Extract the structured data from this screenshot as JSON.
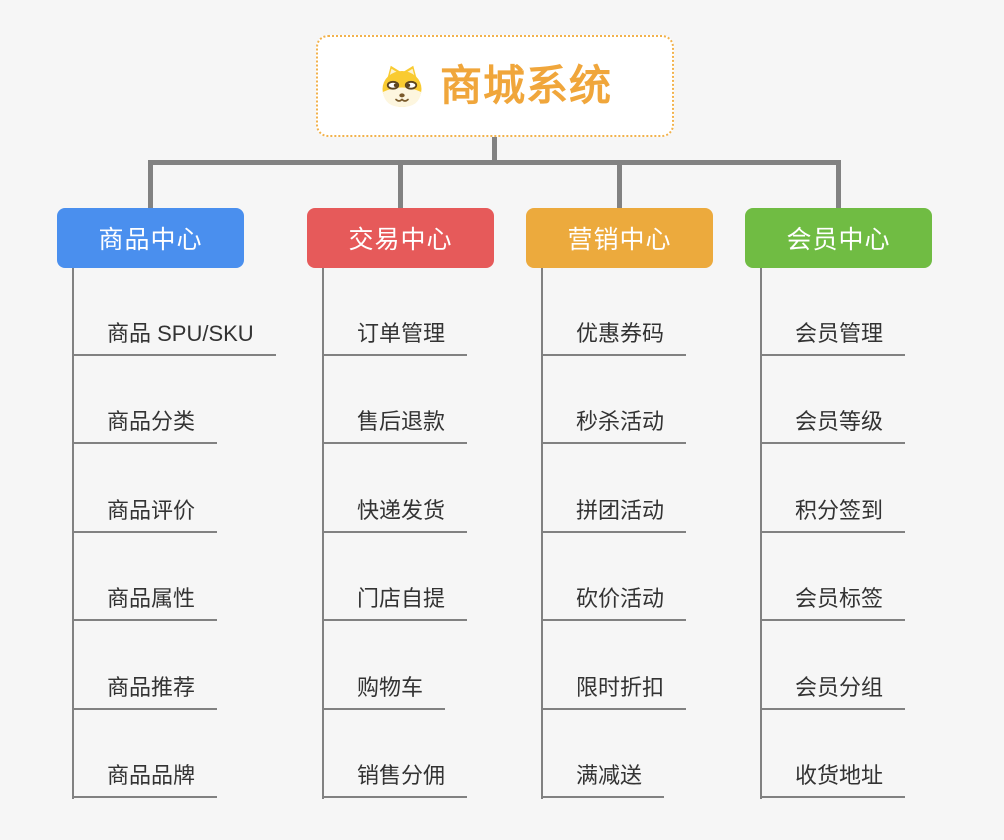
{
  "root": {
    "title": "商城系统",
    "icon": "dog-face-icon",
    "border_color": "#f2b24c",
    "title_color": "#f0a63b"
  },
  "branches": [
    {
      "label": "商品中心",
      "color": "#4a8fee",
      "items": [
        "商品 SPU/SKU",
        "商品分类",
        "商品评价",
        "商品属性",
        "商品推荐",
        "商品品牌"
      ]
    },
    {
      "label": "交易中心",
      "color": "#e65a5a",
      "items": [
        "订单管理",
        "售后退款",
        "快递发货",
        "门店自提",
        "购物车",
        "销售分佣"
      ]
    },
    {
      "label": "营销中心",
      "color": "#ecaa3d",
      "items": [
        "优惠券码",
        "秒杀活动",
        "拼团活动",
        "砍价活动",
        "限时折扣",
        "满减送"
      ]
    },
    {
      "label": "会员中心",
      "color": "#70bc43",
      "items": [
        "会员管理",
        "会员等级",
        "积分签到",
        "会员标签",
        "会员分组",
        "收货地址"
      ]
    }
  ],
  "colors": {
    "background": "#f6f6f6",
    "connector": "#828282",
    "leaf_line": "#818181",
    "leaf_text": "#333333"
  }
}
